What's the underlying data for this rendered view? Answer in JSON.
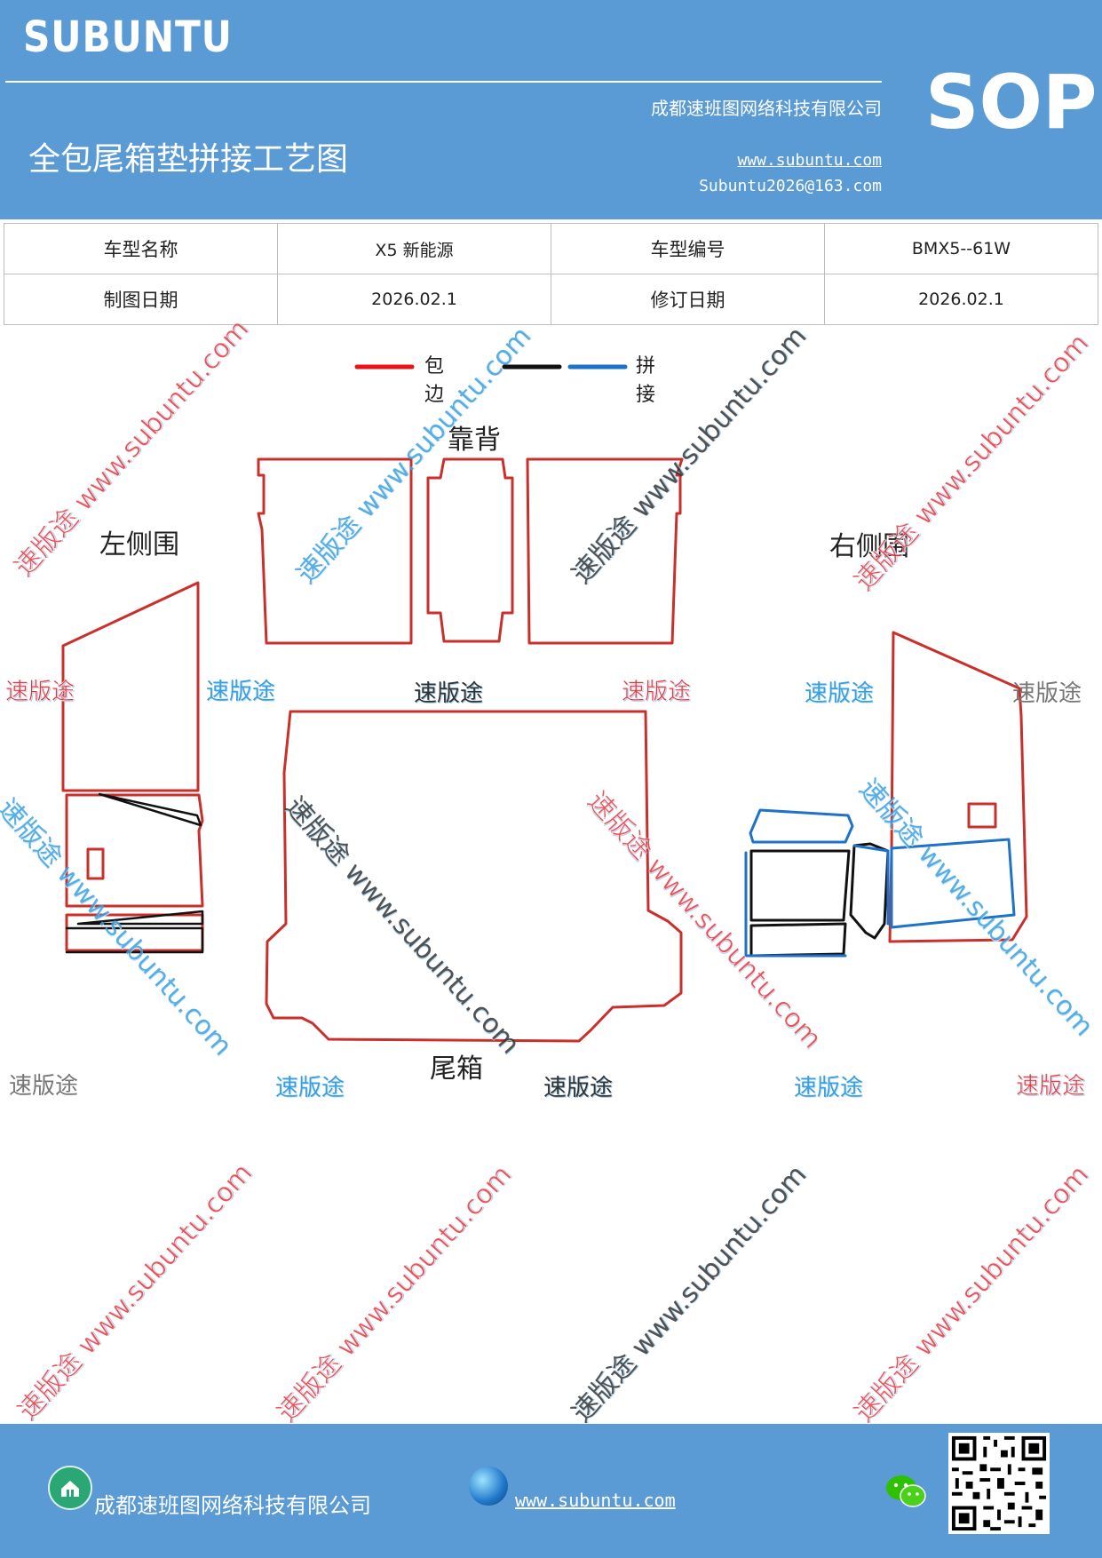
{
  "header": {
    "brand": "SUBUNTU",
    "sop": "SOP",
    "company": "成都速班图网络科技有限公司",
    "title": "全包尾箱垫拼接工艺图",
    "website": "www.subuntu.com",
    "email": "Subuntu2026@163.com",
    "background_color": "#5b9bd5"
  },
  "info_table": {
    "rows": [
      [
        "车型名称",
        "X5 新能源",
        "车型编号",
        "BMX5--61W"
      ],
      [
        "制图日期",
        "2026.02.1",
        "修订日期",
        "2026.02.1"
      ]
    ]
  },
  "legend": {
    "items": [
      {
        "label": "包边",
        "color": "#e8131a"
      },
      {
        "label": "",
        "color": "#000000"
      },
      {
        "label": "拼接",
        "color": "#1e73c8"
      }
    ]
  },
  "pieces": {
    "back": "靠背",
    "left": "左侧围",
    "right": "右侧围",
    "trunk": "尾箱"
  },
  "watermark": {
    "text": "速版途",
    "diag_text": "速版途 www.subuntu.com"
  },
  "footer": {
    "company": "成都速班图网络科技有限公司",
    "website": "www.subuntu.com",
    "icons": [
      "home-icon",
      "globe-icon",
      "wechat-icon",
      "qr-code"
    ]
  },
  "colors": {
    "edge_red": "#c9302c",
    "seam_blue": "#1e73c8",
    "seam_black": "#111111",
    "watermark_red": "#e8363f",
    "watermark_blue": "#39a0e0"
  }
}
